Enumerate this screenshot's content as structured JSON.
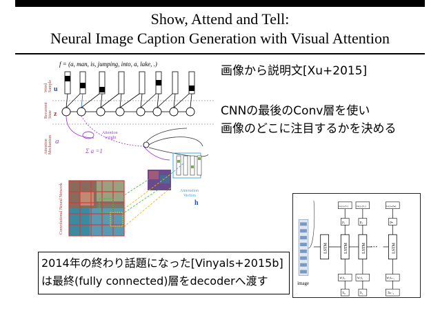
{
  "header": {
    "title_line1": "Show, Attend and Tell:",
    "title_line2": "Neural Image Caption Generation with Visual Attention"
  },
  "annotations": {
    "reference": "画像から説明文[Xu+2015]",
    "cnn_line1": "CNNの最後のConv層を使い",
    "cnn_line2": "画像のどこに注目するかを決める",
    "vinyals_line1": "2014年の終わり話題になった[Vinyals+2015b]",
    "vinyals_line2": "は最終(fully connected)層をdecoderへ渡す"
  },
  "left_figure": {
    "caption": "f = (a,  man,  is,  jumping,  into,  a,  lake,  .)",
    "labels": {
      "word_sample": [
        "Word",
        "Sample"
      ],
      "recurrent_state": [
        "Recurrent",
        "State"
      ],
      "attention_mechanism": [
        "Attention",
        "Mechanism"
      ],
      "cnn": "Convolutional Neural Network",
      "u_j": "u",
      "z_j": "z",
      "a_j": "a",
      "attention_weight": [
        "Attention",
        "weight"
      ],
      "sum_rule": "Σ a =1",
      "annotation_vectors": [
        "Annotation",
        "Vectors"
      ],
      "h_j": "h"
    }
  },
  "right_figure": {
    "image_label": "image",
    "lstm_label": "LSTM",
    "top_outputs": [
      "log p₁(S₁)",
      "log p₂(S₂)",
      "log pₙ(Sₙ)"
    ],
    "probs": [
      "p₁",
      "p₂",
      "pₙ"
    ],
    "inputs": [
      "WₑS₀",
      "WₑS₁",
      "WₑSₙ₋₁"
    ],
    "words": [
      "S₀",
      "S₁",
      "Sₙ₋₁"
    ],
    "ellipsis": "• • •"
  },
  "colors": {
    "cnn_red": "#d33a3a",
    "attention_purple": "#a040d0",
    "blue_arrow": "#2060c0",
    "cyan": "#40a8d8",
    "green_dash": "#40c040",
    "yellow_dash": "#e0c000",
    "grid_green": "#8cbc5c"
  }
}
